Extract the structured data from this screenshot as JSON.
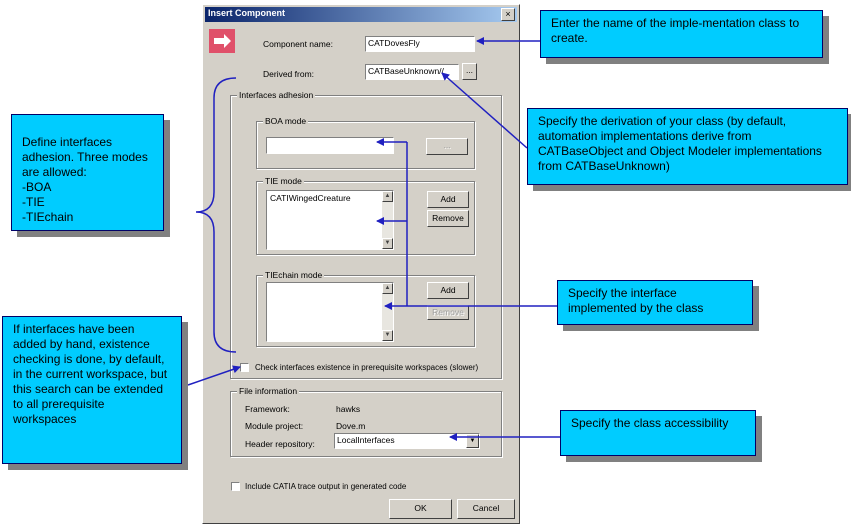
{
  "dialog": {
    "title": "Insert Component",
    "close_glyph": "×",
    "component_name_label": "Component name:",
    "component_name_value": "CATDovesFly",
    "derived_from_label": "Derived from:",
    "derived_from_value": "CATBaseUnknown//",
    "browse_label": "...",
    "interfaces_group_label": "Interfaces adhesion",
    "boa_group_label": "BOA mode",
    "boa_value": "",
    "boa_browse_label": "...",
    "tie_group_label": "TIE mode",
    "tie_items": [
      "CATIWingedCreature"
    ],
    "tie_add_label": "Add",
    "tie_remove_label": "Remove",
    "tiechain_group_label": "TIEchain mode",
    "tiechain_add_label": "Add",
    "tiechain_remove_label": "Remove",
    "check_existence_label": "Check interfaces existence in prerequisite workspaces (slower)",
    "file_info_group_label": "File information",
    "framework_label": "Framework:",
    "framework_value": "hawks",
    "module_label": "Module project:",
    "module_value": "Dove.m",
    "header_repo_label": "Header repository:",
    "header_repo_value": "LocalInterfaces",
    "trace_label": "Include CATIA trace output in  generated code",
    "ok_label": "OK",
    "cancel_label": "Cancel"
  },
  "callouts": {
    "name": "Enter the name of the imple-mentation class to create.",
    "derivation": "Specify the derivation of your class (by default, automation implementations derive from CATBaseObject and Object Modeler implementations from CATBaseUnknown)",
    "interfaces_adhesion": "Define interfaces adhesion. Three modes are allowed:\n   -BOA\n   -TIE\n   -TIEchain",
    "existence": "If interfaces have been added by hand, existence checking is done, by default, in the current workspace, but this search can be extended to all prerequisite workspaces",
    "interface_impl": "Specify the interface implemented by the class",
    "accessibility": "Specify the class accessibility"
  },
  "colors": {
    "callout_bg": "#00ccff",
    "arrow": "#2020c0",
    "icon_red": "#e0506a"
  }
}
